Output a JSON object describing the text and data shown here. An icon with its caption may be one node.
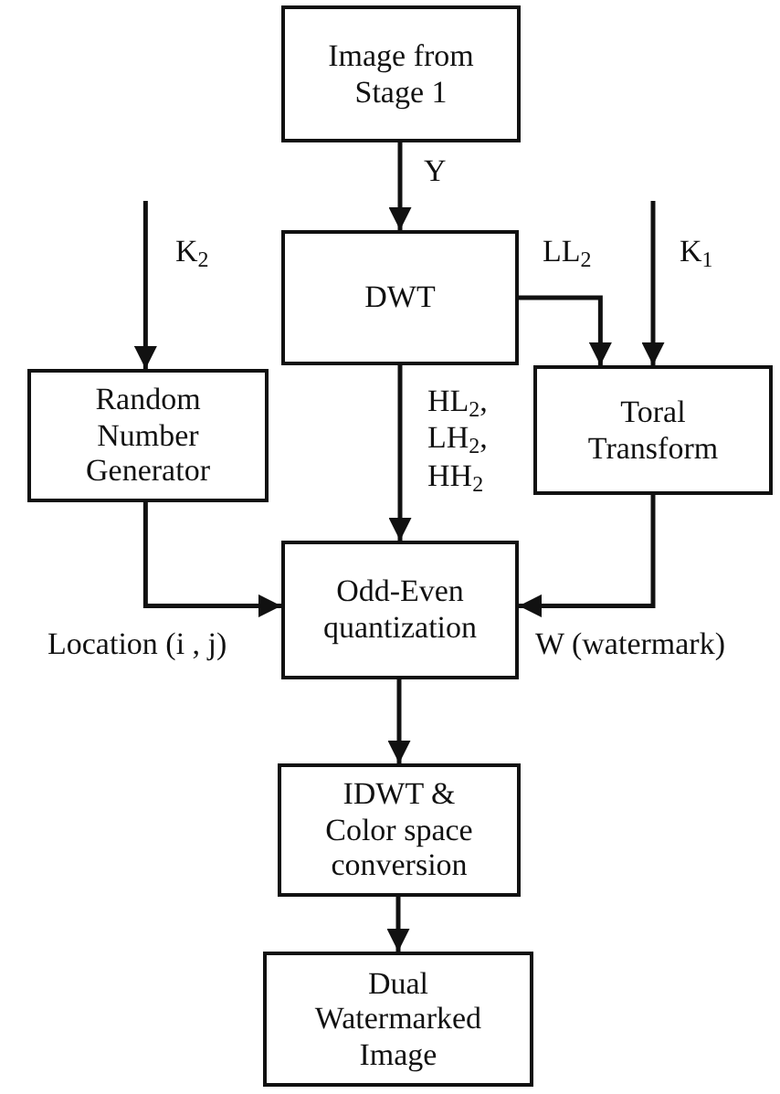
{
  "diagram": {
    "nodes": [
      {
        "text": [
          "Image from Stage 1"
        ]
      },
      {
        "text": [
          "DWT"
        ]
      },
      {
        "text": [
          "Random Number Generator"
        ]
      },
      {
        "text": [
          "Toral Transform"
        ]
      },
      {
        "text": [
          "Odd-Even quantization"
        ]
      },
      {
        "text": [
          "IDWT & Color space conversion"
        ]
      },
      {
        "text": [
          "Dual Watermarked Image"
        ]
      }
    ],
    "edges": [
      {
        "from": 0,
        "to": 1,
        "arrow": "to",
        "label": "Y"
      },
      {
        "from": null,
        "to": 2,
        "arrow": "to",
        "label": "K$_{2}$"
      },
      {
        "from": 1,
        "to": 3,
        "arrow": "to",
        "label": "LL$_{2}$"
      },
      {
        "from": null,
        "to": 3,
        "arrow": "to",
        "label": "K$_{1}$"
      },
      {
        "from": 1,
        "to": 4,
        "arrow": "to",
        "label": "HL$_{2}$, LH$_{2}$, HH$_{2}$"
      },
      {
        "from": 2,
        "to": 4,
        "arrow": "to",
        "label": "Location (i , j)"
      },
      {
        "from": 3,
        "to": 4,
        "arrow": "to",
        "label": "W (watermark)"
      },
      {
        "from": 4,
        "to": 5,
        "arrow": "to"
      },
      {
        "from": 5,
        "to": 6,
        "arrow": "to"
      }
    ]
  }
}
